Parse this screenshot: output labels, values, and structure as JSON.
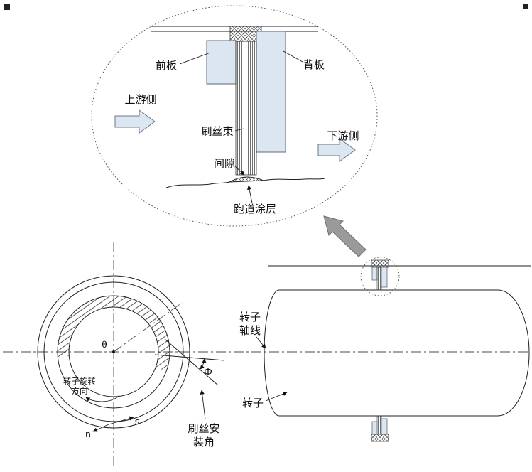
{
  "detail_view": {
    "front_plate_label": "前板",
    "back_plate_label": "背板",
    "upstream_label": "上游侧",
    "bristle_bundle_label": "刷丝束",
    "downstream_label": "下游侧",
    "clearance_label": "间隙",
    "runway_coating_label": "跑道涂层"
  },
  "front_view": {
    "theta_label": "θ",
    "phi_label": "Φ",
    "rotation_line1": "转子旋转",
    "rotation_line2": "方向",
    "s_label": "s",
    "n_label": "n",
    "install_angle_line1": "刷丝安",
    "install_angle_line2": "装角"
  },
  "side_view": {
    "rotor_axis_line1": "转子",
    "rotor_axis_line2": "轴线",
    "rotor_label": "转子"
  },
  "colors": {
    "plate_fill": "#dce6f1",
    "plate_stroke": "#5a6b7d",
    "flow_arrow_fill": "#dce6f1",
    "flow_arrow_stroke": "#68798c",
    "pointer_arrow_fill": "#9a9a9a",
    "line_color": "#1f1f1f"
  }
}
